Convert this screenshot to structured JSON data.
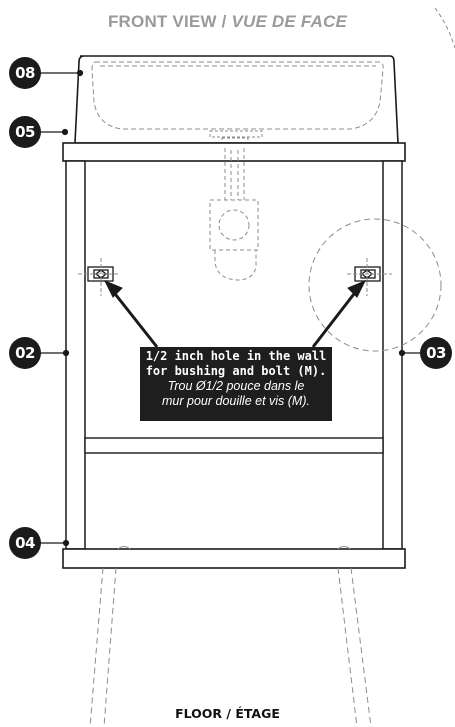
{
  "title": {
    "main": "FRONT VIEW / ",
    "italic": "VUE DE FACE"
  },
  "callout": {
    "line1": "1/2 inch hole in the wall",
    "line2": "for bushing and bolt (M).",
    "line3": "Trou Ø1/2 pouce dans le",
    "line4": "mur pour douille et vis (M)."
  },
  "badges": {
    "b08": "08",
    "b05": "05",
    "b02": "02",
    "b03": "03",
    "b04": "04"
  },
  "footer": "FLOOR / ÉTAGE",
  "colors": {
    "line": "#1a1a1a",
    "dashed": "#8c8c8c",
    "title": "#9a9a9a",
    "badge": "#1b1b1b"
  }
}
